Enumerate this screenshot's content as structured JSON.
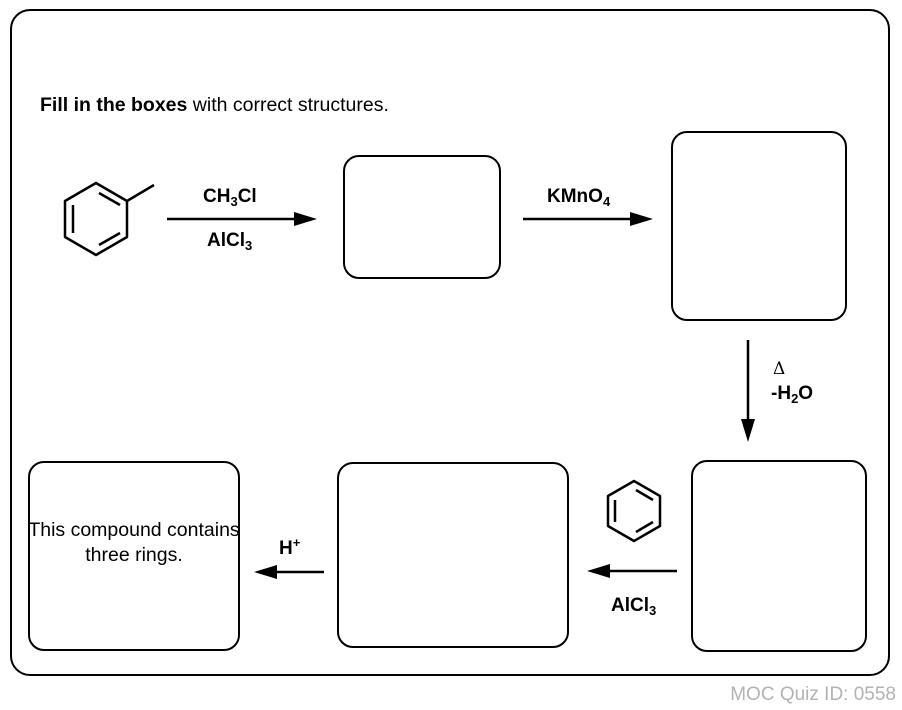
{
  "instruction": {
    "bold": "Fill in the boxes",
    "rest": " with correct structures."
  },
  "reagents": {
    "step1_top": {
      "main": "CH",
      "sub": "3",
      "end": "Cl"
    },
    "step1_bottom": {
      "main": "AlCl",
      "sub": "3"
    },
    "step2": {
      "main": "KMnO",
      "sub": "4"
    },
    "step3_top": "Δ",
    "step3_bottom": {
      "pre": "-H",
      "sub": "2",
      "post": "O"
    },
    "step4_bottom": {
      "main": "AlCl",
      "sub": "3"
    },
    "step5": {
      "main": "H",
      "sup": "+"
    }
  },
  "final_box_text": "This compound contains three rings.",
  "footer": {
    "quiz_id": "MOC Quiz ID: 0558"
  },
  "structures": {
    "start": "toluene",
    "reagent_step4": "benzene"
  }
}
